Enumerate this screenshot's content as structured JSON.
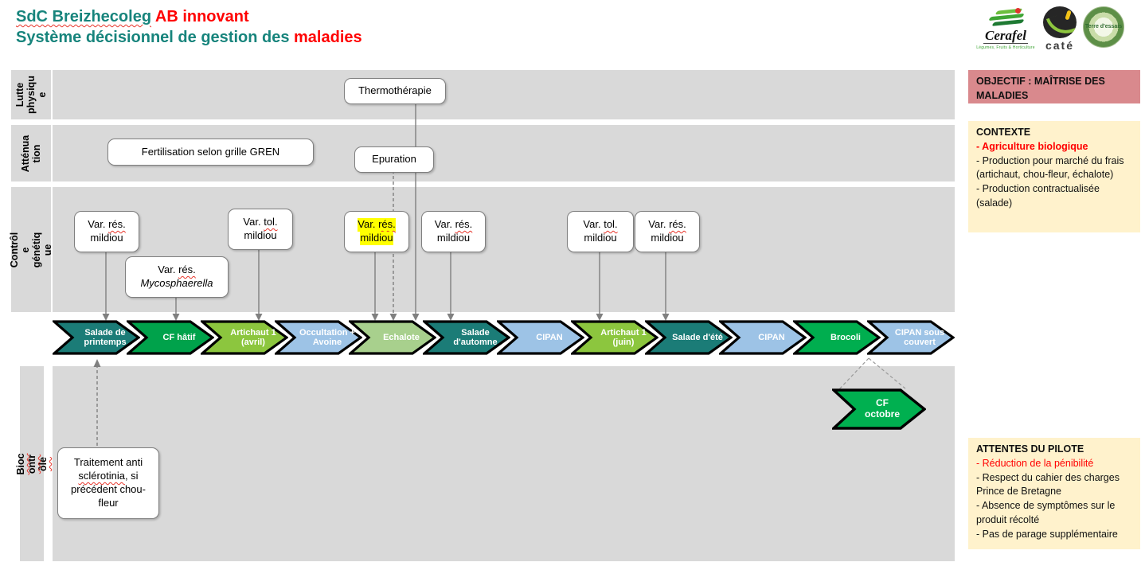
{
  "header": {
    "line1_main": "SdC Breizhecoleg",
    "line1_accent": "AB innovant",
    "line2_main": "Système décisionnel de gestion des",
    "line2_accent": "maladies"
  },
  "logos": {
    "cerafel": "Cerafel",
    "cerafel_tagline": "Légumes, Fruits & Horticulture",
    "cate": "caté",
    "terre_essais": "Terre d'essais"
  },
  "rows": {
    "r1": "Lutte physique",
    "r2": "Atténuation",
    "r3": "Contrôle génétique",
    "r4": "Biocontrôle"
  },
  "boxes": {
    "thermotherapie": "Thermothérapie",
    "fertilisation": "Fertilisation selon grille GREN",
    "epuration": "Epuration"
  },
  "genetic": {
    "b1": {
      "p1": "Var.",
      "p2": "rés.",
      "l2": "mildiou"
    },
    "b2": {
      "p1": "Var.",
      "p2": "rés.",
      "l2": "Mycosphaerella"
    },
    "b3": {
      "p1": "Var.",
      "p2": "tol.",
      "l2": "mildiou"
    },
    "b4": {
      "p1": "Var.",
      "p2": "rés.",
      "l2": "mildiou"
    },
    "b5": {
      "p1": "Var.",
      "p2": "rés.",
      "l2": "mildiou"
    },
    "b6": {
      "p1": "Var.",
      "p2": "tol.",
      "l2": "mildiou"
    },
    "b7": {
      "p1": "Var.",
      "p2": "rés.",
      "l2": "mildiou"
    }
  },
  "biocontrole_note": {
    "p1": "Traitement anti ",
    "p2": "sclérotinia",
    "p3": ", si précédent chou-fleur"
  },
  "timeline": {
    "crops": [
      {
        "label": "Salade de printemps",
        "color": "#1B7C77"
      },
      {
        "label": "CF hâtif",
        "color": "#00A24B"
      },
      {
        "label": "Artichaut 1 (avril)",
        "color": "#8CC63E"
      },
      {
        "label": "Occultation + Avoine",
        "color": "#9DC3E6"
      },
      {
        "label": "Echalote",
        "color": "#A8D08D"
      },
      {
        "label": "Salade d'automne",
        "color": "#1B7C77"
      },
      {
        "label": "CIPAN",
        "color": "#9DC3E6"
      },
      {
        "label": "Artichaut 1 (juin)",
        "color": "#8CC63E"
      },
      {
        "label": "Salade d'été",
        "color": "#1B7C77"
      },
      {
        "label": "CIPAN",
        "color": "#9DC3E6"
      },
      {
        "label": "Brocoli",
        "color": "#00AE4F"
      },
      {
        "label": "CIPAN sous couvert",
        "color": "#9DC3E6"
      }
    ]
  },
  "cf_octobre": {
    "label": "CF octobre",
    "color": "#00B050"
  },
  "sidebar": {
    "objective": "OBJECTIF : MAÎTRISE DES MALADIES",
    "contexte": {
      "title": "CONTEXTE",
      "item_red": "- Agriculture biologique",
      "items": [
        "- Production pour marché du frais (artichaut, chou-fleur, échalote)",
        "- Production contractualisée (salade)"
      ]
    },
    "attentes": {
      "title": "ATTENTES DU PILOTE",
      "item_red": "- Réduction de la pénibilité",
      "items": [
        "- Respect du cahier des charges Prince de Bretagne",
        "- Absence de symptômes sur le produit récolté",
        "- Pas de parage supplémentaire"
      ]
    }
  },
  "colors": {
    "teal": "#17847C",
    "red": "#FF0000",
    "band": "#D9D9D9",
    "box_border": "#7F7F7F",
    "objective_bg": "#D9898D",
    "note_bg": "#FFF2CC",
    "highlight": "#FFFF00",
    "arrow_gray": "#808080"
  }
}
